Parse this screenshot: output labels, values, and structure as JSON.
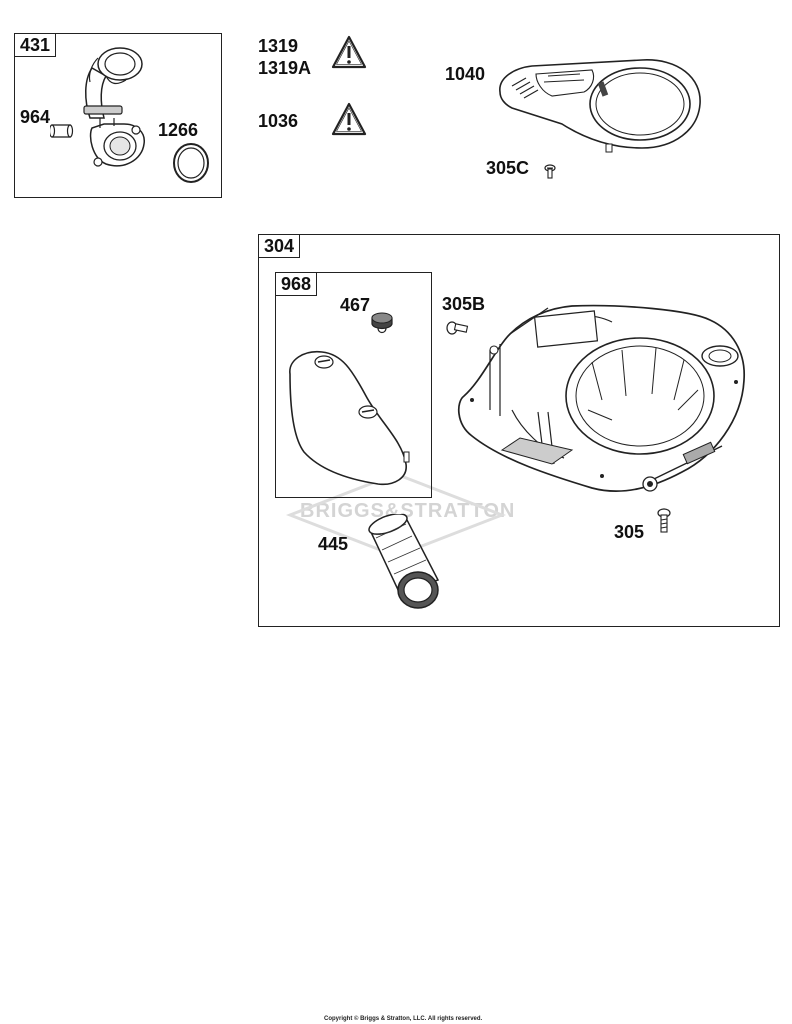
{
  "groups": {
    "g431": "431",
    "g304": "304",
    "g968": "968"
  },
  "parts": {
    "p964": "964",
    "p1266": "1266",
    "p1319": "1319",
    "p1319a": "1319A",
    "p1036": "1036",
    "p1040": "1040",
    "p305c": "305C",
    "p467": "467",
    "p305b": "305B",
    "p445": "445",
    "p305": "305"
  },
  "icons": {
    "warning": "warning-triangle-icon"
  },
  "watermark": "BRIGGS&STRATTON",
  "copyright": "Copyright © Briggs & Stratton, LLC. All rights reserved."
}
